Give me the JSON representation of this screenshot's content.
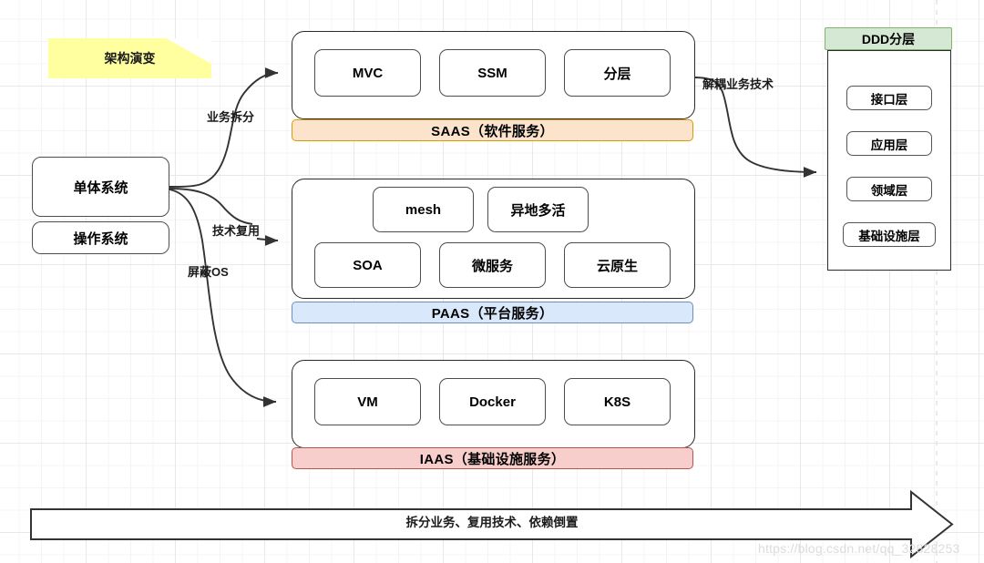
{
  "diagram": {
    "title_note": "架构演变",
    "watermark": "https://blog.csdn.net/qq_32828253",
    "colors": {
      "saas_fill": "#fce4cc",
      "saas_stroke": "#d79b00",
      "paas_fill": "#dae8fc",
      "paas_stroke": "#6c8ebf",
      "iaas_fill": "#f8cecc",
      "iaas_stroke": "#b85450",
      "ddd_fill": "#d5e8d4",
      "ddd_stroke": "#82b366",
      "note_fill": "#ffffa0",
      "edge_stroke": "#333333"
    }
  },
  "source": {
    "monolith": "单体系统",
    "os": "操作系统"
  },
  "edges": {
    "business_split": "业务拆分",
    "tech_reuse": "技术复用",
    "shield_os": "屏蔽OS",
    "decouple": "解耦业务技术"
  },
  "layers": [
    {
      "key": "saas",
      "bar_label": "SAAS（软件服务）",
      "items": [
        "MVC",
        "SSM",
        "分层"
      ]
    },
    {
      "key": "paas",
      "bar_label": "PAAS（平台服务）",
      "items_top": [
        "mesh",
        "异地多活"
      ],
      "items_bottom": [
        "SOA",
        "微服务",
        "云原生"
      ]
    },
    {
      "key": "iaas",
      "bar_label": "IAAS（基础设施服务）",
      "items": [
        "VM",
        "Docker",
        "K8S"
      ]
    }
  ],
  "ddd": {
    "header": "DDD分层",
    "items": [
      "接口层",
      "应用层",
      "领域层",
      "基础设施层"
    ]
  },
  "banner": {
    "label": "拆分业务、复用技术、依赖倒置"
  }
}
